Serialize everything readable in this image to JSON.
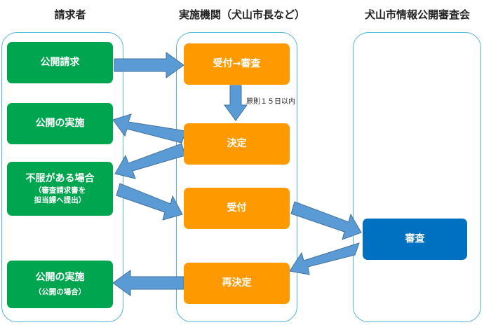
{
  "headers": {
    "requester": "請求者",
    "agency": "実施機関（犬山市長など）",
    "council": "犬山市情報公開審査会"
  },
  "boxes": {
    "request": "公開請求",
    "receive_review": "受付→審査",
    "implement": "公開の実施",
    "decision": "決定",
    "objection_title": "不服がある場合",
    "objection_sub1": "（審査請求書を",
    "objection_sub2": "担当課へ提出）",
    "receive": "受付",
    "review": "審査",
    "final_implement": "公開の実施",
    "final_implement_sub": "（公開の場合）",
    "redecision": "再決定"
  },
  "notes": {
    "rule": "原則１５日以内"
  },
  "colors": {
    "lane_border": "#4fb3de",
    "requester_box": "#00a64f",
    "agency_box": "#ff9900",
    "council_box": "#0070c0",
    "arrow": "#5b9bd5"
  }
}
